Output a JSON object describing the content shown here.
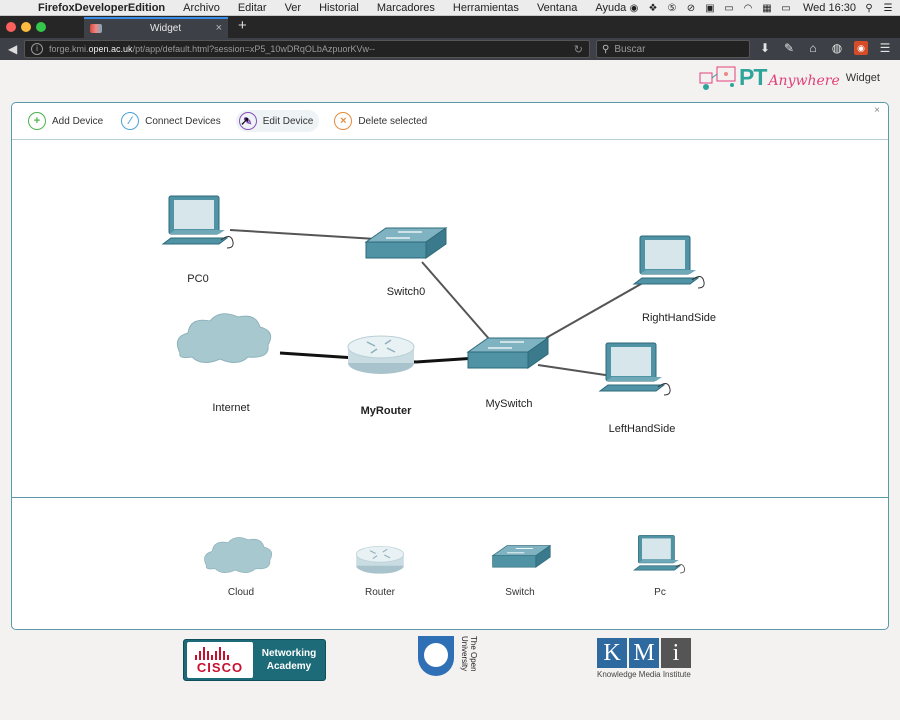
{
  "menubar": {
    "app": "FirefoxDeveloperEdition",
    "items": [
      "Archivo",
      "Editar",
      "Ver",
      "Historial",
      "Marcadores",
      "Herramientas",
      "Ventana",
      "Ayuda"
    ],
    "clock": "Wed 16:30"
  },
  "browser": {
    "tab_title": "Widget",
    "new_tab": "+",
    "url_prefix": "forge.kmi.",
    "url_domain": "open.ac.uk",
    "url_path": "/pt/app/default.html?session=xP5_10wDRqOLbAzpuorKVw--",
    "search_placeholder": "Buscar"
  },
  "brand": {
    "pt": "PT",
    "anywhere": "Anywhere",
    "widget": "Widget"
  },
  "toolbar": {
    "add_device": "Add Device",
    "connect_devices": "Connect Devices",
    "edit_device": "Edit Device",
    "delete_selected": "Delete selected",
    "close": "×"
  },
  "network": {
    "devices": [
      {
        "id": "pc0",
        "type": "pc",
        "label": "PC0",
        "bold": false
      },
      {
        "id": "switch0",
        "type": "switch",
        "label": "Switch0",
        "bold": false
      },
      {
        "id": "righthandside",
        "type": "pc",
        "label": "RightHandSide",
        "bold": false
      },
      {
        "id": "internet",
        "type": "cloud",
        "label": "Internet",
        "bold": false
      },
      {
        "id": "myrouter",
        "type": "router",
        "label": "MyRouter",
        "bold": true
      },
      {
        "id": "myswitch",
        "type": "switch",
        "label": "MySwitch",
        "bold": false
      },
      {
        "id": "lefthandside",
        "type": "pc",
        "label": "LeftHandSide",
        "bold": false
      }
    ],
    "links": [
      {
        "from": "pc0",
        "to": "switch0",
        "cable": "thin"
      },
      {
        "from": "switch0",
        "to": "myswitch",
        "cable": "thin"
      },
      {
        "from": "myswitch",
        "to": "righthandside",
        "cable": "thin"
      },
      {
        "from": "myswitch",
        "to": "lefthandside",
        "cable": "thin"
      },
      {
        "from": "internet",
        "to": "myrouter",
        "cable": "thick"
      },
      {
        "from": "myrouter",
        "to": "myswitch",
        "cable": "thick"
      }
    ]
  },
  "palette": {
    "items": [
      {
        "type": "cloud",
        "label": "Cloud"
      },
      {
        "type": "router",
        "label": "Router"
      },
      {
        "type": "switch",
        "label": "Switch"
      },
      {
        "type": "pc",
        "label": "Pc"
      }
    ]
  },
  "footer": {
    "cisco_word": "CISCO",
    "cisco_academy": "Networking Academy",
    "ou_text": "The Open University",
    "kmi_letters": [
      "K",
      "M",
      "i"
    ],
    "kmi_sub": "Knowledge Media Institute"
  },
  "colors": {
    "accent": "#5a99a8",
    "device_teal": "#4f93a5",
    "cable_thin": "#555555",
    "cable_thick": "#111111"
  }
}
